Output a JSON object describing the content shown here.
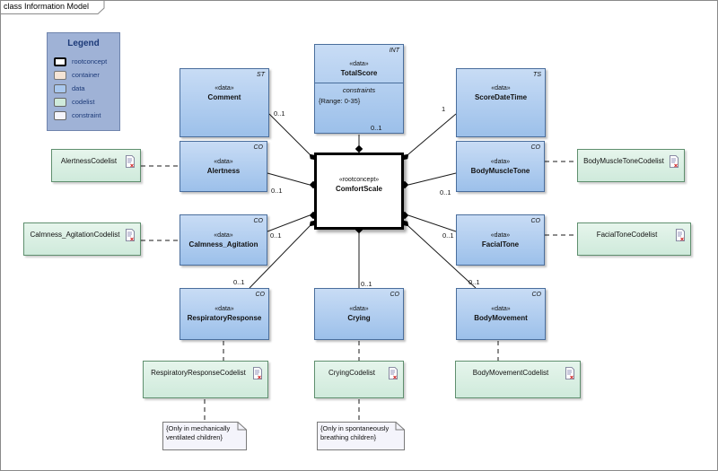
{
  "frame": {
    "title": "class Information Model"
  },
  "legend": {
    "title": "Legend",
    "items": [
      {
        "label": "rootconcept",
        "color": "#ffffff",
        "border": "#000000"
      },
      {
        "label": "container",
        "color": "#f4e4d6",
        "border": "#777777"
      },
      {
        "label": "data",
        "color": "#a9c8ee",
        "border": "#666666"
      },
      {
        "label": "codelist",
        "color": "#cfeadb",
        "border": "#666666"
      },
      {
        "label": "constraint",
        "color": "#f4f4fb",
        "border": "#666666"
      }
    ]
  },
  "root": {
    "stereotype": "«rootconcept»",
    "name": "ComfortScale"
  },
  "classes": {
    "comment": {
      "stereotype": "«data»",
      "name": "Comment",
      "type": "ST"
    },
    "total": {
      "stereotype": "«data»",
      "name": "TotalScore",
      "type": "INT",
      "section": "constraints",
      "constraint": "{Range: 0-35}"
    },
    "datetime": {
      "stereotype": "«data»",
      "name": "ScoreDateTime",
      "type": "TS"
    },
    "alertness": {
      "stereotype": "«data»",
      "name": "Alertness",
      "type": "CO"
    },
    "muscle": {
      "stereotype": "«data»",
      "name": "BodyMuscleTone",
      "type": "CO"
    },
    "calmness": {
      "stereotype": "«data»",
      "name": "Calmness_Agitation",
      "type": "CO"
    },
    "facial": {
      "stereotype": "«data»",
      "name": "FacialTone",
      "type": "CO"
    },
    "respiratory": {
      "stereotype": "«data»",
      "name": "RespiratoryResponse",
      "type": "CO"
    },
    "crying": {
      "stereotype": "«data»",
      "name": "Crying",
      "type": "CO"
    },
    "movement": {
      "stereotype": "«data»",
      "name": "BodyMovement",
      "type": "CO"
    }
  },
  "codelists": {
    "alertness": "AlertnessCodelist",
    "muscle": "BodyMuscleToneCodelist",
    "calmness": "Calmness_AgitationCodelist",
    "facial": "FacialToneCodelist",
    "respiratory": "RespiratoryResponseCodelist",
    "crying": "CryingCodelist",
    "movement": "BodyMovementCodelist"
  },
  "notes": {
    "respiratory": [
      "{Only in mechanically",
      "ventilated children}"
    ],
    "crying": [
      "{Only in spontaneously",
      "breathing children}"
    ]
  },
  "multiplicities": {
    "comment": "0..1",
    "total": "0..1",
    "datetime": "1",
    "alertness": "0..1",
    "muscle": "0..1",
    "calmness": "0..1",
    "facial": "0..1",
    "respiratory": "0..1",
    "crying": "0..1",
    "movement": "0..1"
  }
}
